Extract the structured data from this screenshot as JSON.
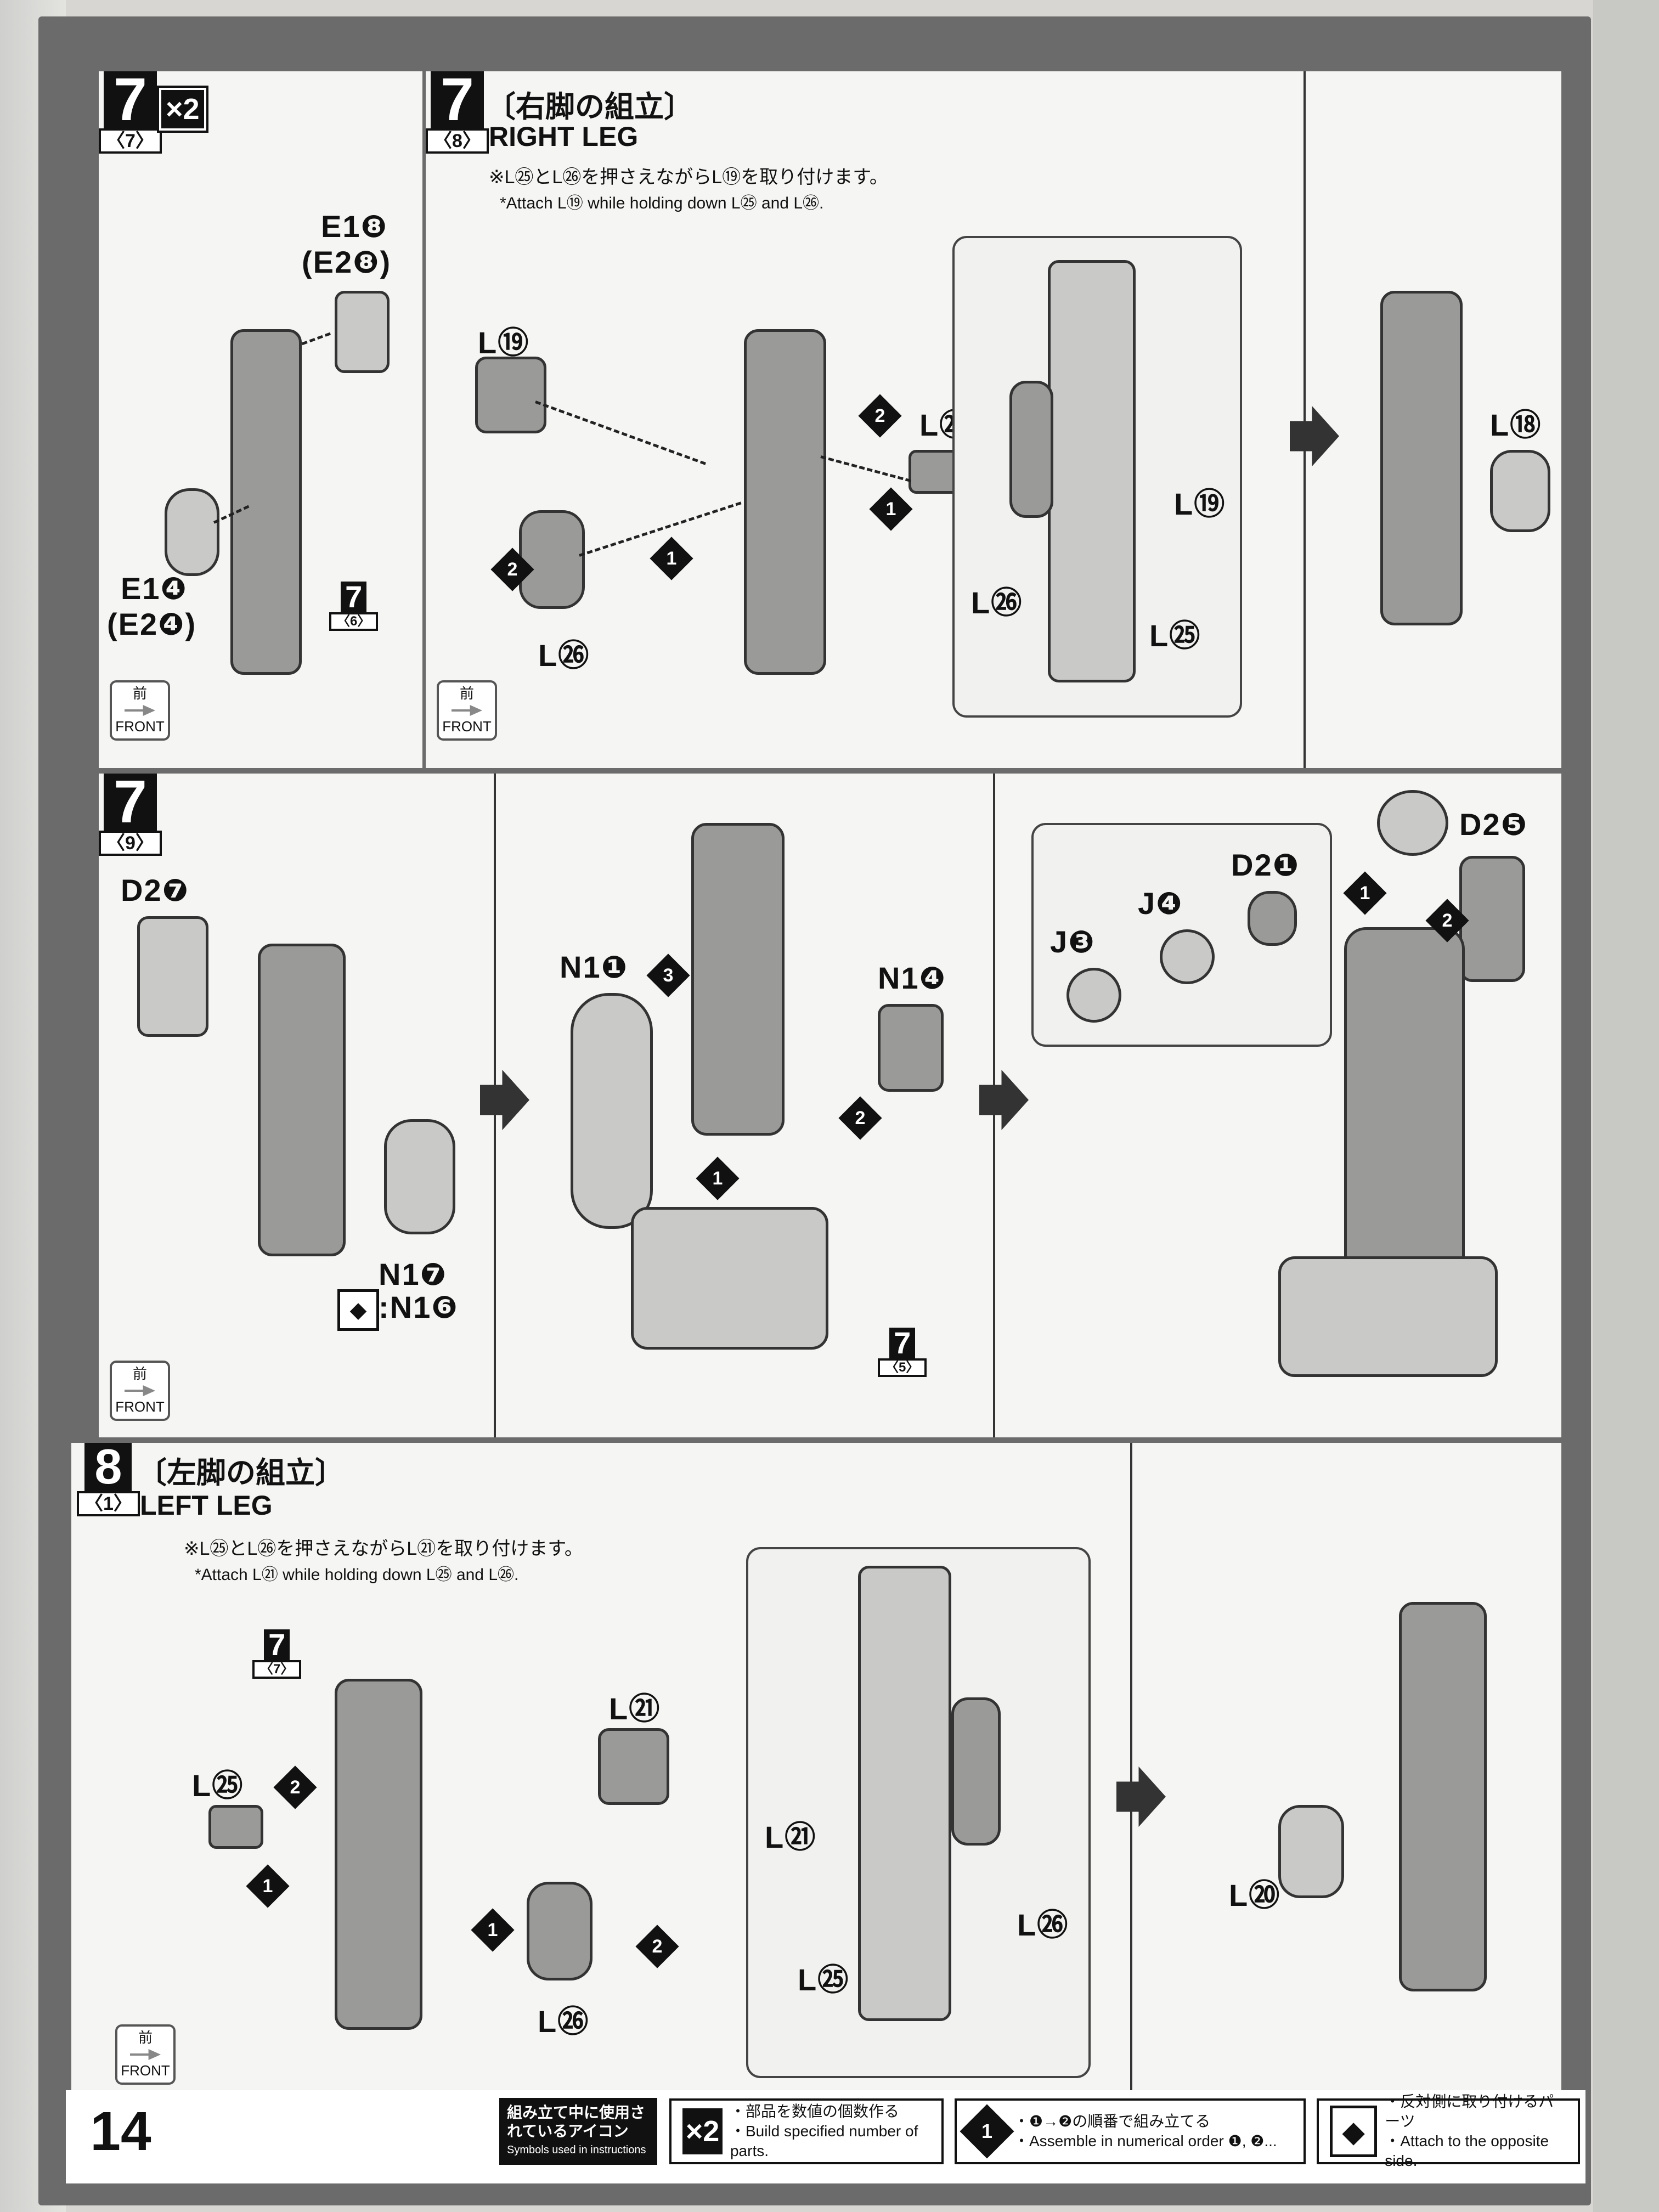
{
  "page_number": "14",
  "step7_7": {
    "step": "7",
    "sub": "〈7〉",
    "multiplier": "×2",
    "labels": {
      "e18": "E1❽",
      "e28": "(E2❽)",
      "e14": "E1❹",
      "e24": "(E2❹)",
      "ref_step": "7",
      "ref_sub": "〈6〉"
    },
    "front_jp": "前",
    "front_en": "FRONT"
  },
  "step7_8": {
    "step": "7",
    "sub": "〈8〉",
    "title_jp": "〔右脚の組立〕",
    "title_en": "RIGHT LEG",
    "note_jp": "※L㉕とL㉖を押さえながらL⑲を取り付けます。",
    "note_en": "*Attach L⑲ while holding down L㉕ and L㉖.",
    "labels": {
      "l19": "L⑲",
      "l25": "L㉕",
      "l26": "L㉖",
      "z_l19": "L⑲",
      "z_l26": "L㉖",
      "z_l25": "L㉕",
      "l18": "L⑱"
    },
    "front_jp": "前",
    "front_en": "FRONT"
  },
  "step7_9": {
    "step": "7",
    "sub": "〈9〉",
    "labels": {
      "d27": "D2❼",
      "n17": "N1❼",
      "n16": ":N1❻",
      "n11": "N1❶",
      "n14": "N1❹",
      "ref_step": "7",
      "ref_sub": "〈5〉",
      "d21": "D2❶",
      "j4": "J❹",
      "j3": "J❸",
      "d25": "D2❺"
    },
    "front_jp": "前",
    "front_en": "FRONT"
  },
  "step8_1": {
    "step": "8",
    "sub": "〈1〉",
    "title_jp": "〔左脚の組立〕",
    "title_en": "LEFT LEG",
    "note_jp": "※L㉕とL㉖を押さえながらL㉑を取り付けます。",
    "note_en": "*Attach L㉑ while holding down L㉕ and L㉖.",
    "labels": {
      "ref_step": "7",
      "ref_sub": "〈7〉",
      "l21": "L㉑",
      "l25": "L㉕",
      "l26": "L㉖",
      "z_l21": "L㉑",
      "z_l25": "L㉕",
      "z_l26": "L㉖",
      "l20": "L⑳"
    },
    "front_jp": "前",
    "front_en": "FRONT"
  },
  "order_marks": {
    "one": "1",
    "two": "2",
    "three": "3"
  },
  "footer": {
    "heading_jp": "組み立て中に使用されているアイコン",
    "heading_en": "Symbols used in instructions",
    "icon1": "×2",
    "icon1_jp": "・部品を数値の個数作る",
    "icon1_en": "・Build specified number of parts.",
    "icon2": "❶",
    "icon2_jp": "・❶→❷の順番で組み立てる",
    "icon2_en": "・Assemble in numerical order ❶, ❷...",
    "icon3": "◆",
    "icon3_jp": "・反対側に取り付けるパーツ",
    "icon3_en": "・Attach to the opposite side."
  },
  "colors": {
    "panel": "#f5f5f3",
    "frame": "#6b6b6b",
    "ink": "#111111",
    "part": "#9a9a98"
  }
}
